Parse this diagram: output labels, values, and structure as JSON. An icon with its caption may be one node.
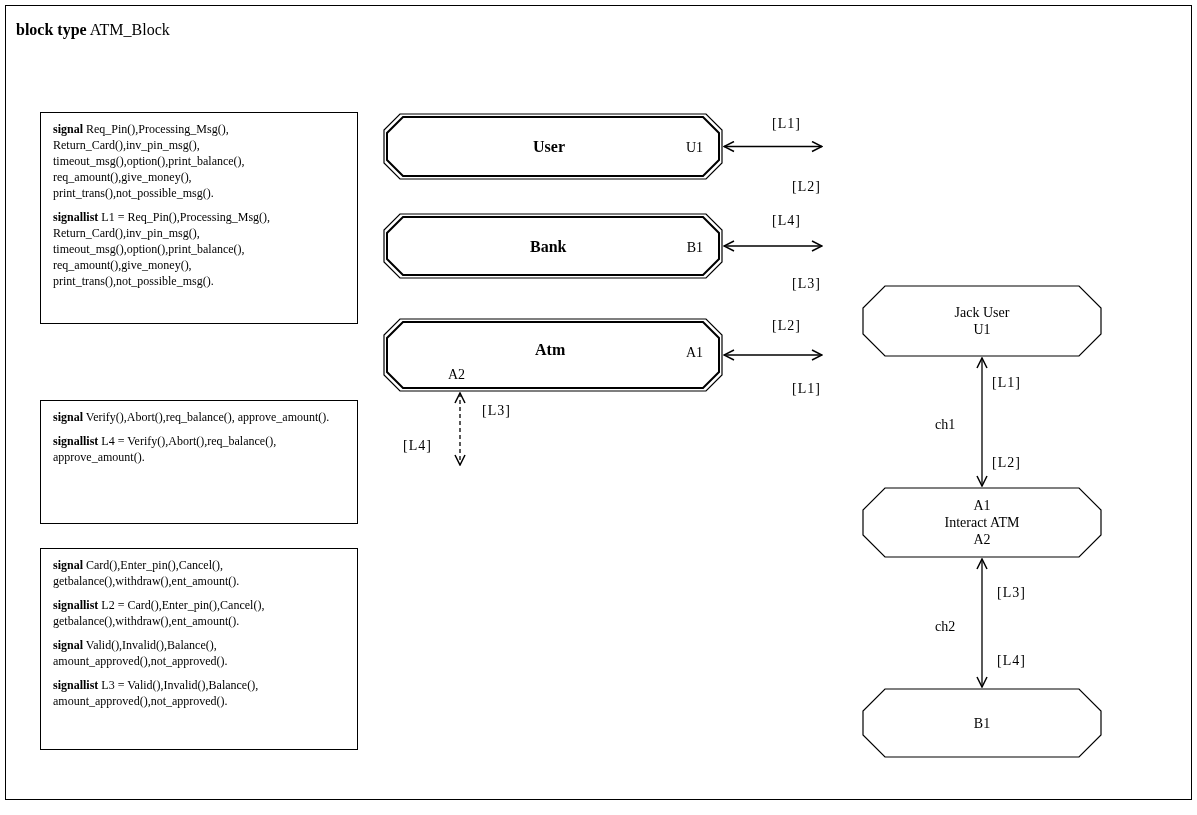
{
  "diagram": {
    "title": "**block type** ATM_Block",
    "nodes": [
      {
        "text": [
          "**signal** Req_Pin(),Processing_Msg(), Return_Card(),inv_pin_msg(), timeout_msg(),option(),print_balance(), req_amount(),give_money(), print_trans(),not_possible_msg().",
          "**signallist** L1 = Req_Pin(),Processing_Msg(), Return_Card(),inv_pin_msg(), timeout_msg(),option(),print_balance(), req_amount(),give_money(), print_trans(),not_possible_msg()."
        ]
      },
      {
        "text": [
          "**signal** Verify(),Abort(),req_balance(), approve_amount().",
          "**signallist** L4 = Verify(),Abort(),req_balance(), approve_amount()."
        ]
      },
      {
        "text": [
          "**signal** Card(),Enter_pin(),Cancel(), getbalance(),withdraw(),ent_amount().",
          "**signallist** L2 = Card(),Enter_pin(),Cancel(), getbalance(),withdraw(),ent_amount().",
          "**signal** Valid(),Invalid(),Balance(), amount_approved(),not_approved().",
          "**signallist** L3 = Valid(),Invalid(),Balance(), amount_approved(),not_approved()."
        ]
      },
      {
        "text": [
          "User",
          "U1"
        ]
      },
      {
        "text": [
          "Bank",
          "B1"
        ]
      },
      {
        "text": [
          "Atm",
          "A1",
          "A2"
        ]
      },
      {
        "text": [
          "Jack User",
          "U1"
        ]
      },
      {
        "text": [
          "A1",
          "Interact ATM",
          "A2"
        ]
      },
      {
        "text": [
          "B1"
        ]
      }
    ],
    "edges": [
      {
        "from": 3,
        "to": null,
        "arrow": "both"
      },
      {
        "from": 4,
        "to": null,
        "arrow": "both"
      },
      {
        "from": 5,
        "to": null,
        "arrow": "both"
      },
      {
        "from": 5,
        "to": null,
        "arrow": "both",
        "style": "dashed"
      },
      {
        "from": 6,
        "to": 7,
        "arrow": "both",
        "label": "ch1"
      },
      {
        "from": 7,
        "to": 8,
        "arrow": "both",
        "label": "ch2"
      }
    ],
    "labels": [
      "[L1]",
      "[L2]",
      "[L4]",
      "[L3]",
      "[L2]",
      "[L1]",
      "[L3]",
      "[L4]",
      "[L1]",
      "[L2]",
      "[L3]",
      "[L4]"
    ]
  }
}
